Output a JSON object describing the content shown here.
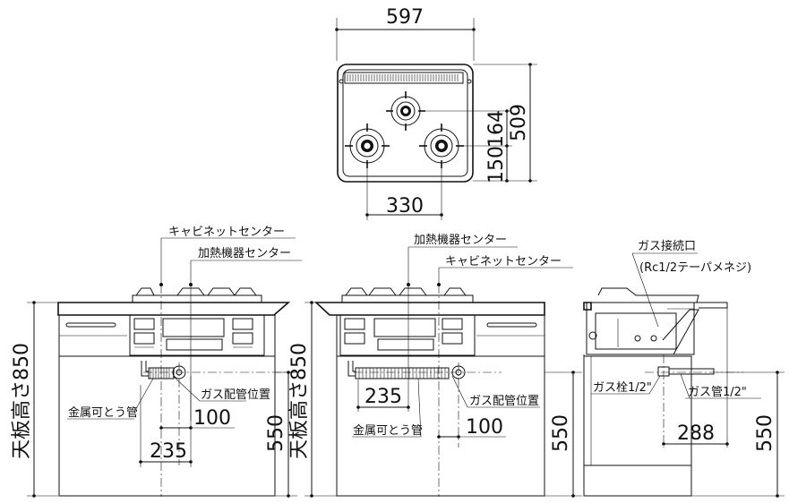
{
  "top_view": {
    "width_dim": "597",
    "depth_dim": "509",
    "rear_dim": "164",
    "front_dim": "150",
    "burner_span_dim": "330"
  },
  "left_view": {
    "label_cabinet_center": "キャビネットセンター",
    "label_heater_center": "加熱機器センター",
    "label_counter_height": "天板高さ850",
    "label_flex_pipe": "金属可とう管",
    "label_gas_pipe_position": "ガス配管位置",
    "dim_100": "100",
    "dim_235": "235",
    "dim_550": "550"
  },
  "middle_view": {
    "label_heater_center": "加熱機器センター",
    "label_cabinet_center": "キャビネットセンター",
    "label_counter_height": "天板高さ850",
    "label_flex_pipe": "金属可とう管",
    "label_gas_pipe_position": "ガス配管位置",
    "dim_235": "235",
    "dim_100": "100",
    "dim_550": "550"
  },
  "side_view": {
    "label_gas_connection": "ガス接続口",
    "label_thread": "(Rc1/2テーパメネジ)",
    "label_gas_valve": "ガス栓1/2\"",
    "label_gas_pipe": "ガス管1/2\"",
    "dim_288": "288",
    "dim_550": "550"
  }
}
